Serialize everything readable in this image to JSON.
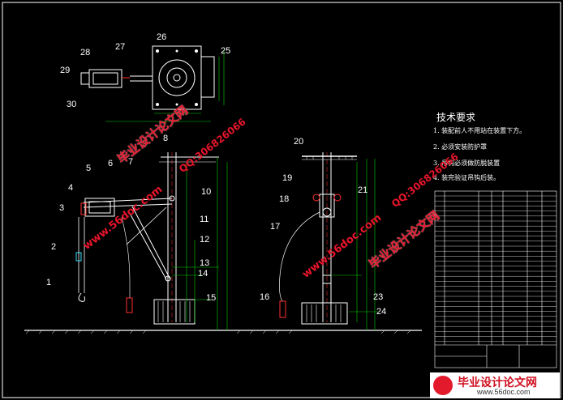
{
  "part_numbers": [
    "1",
    "2",
    "3",
    "4",
    "5",
    "6",
    "7",
    "8",
    "10",
    "11",
    "12",
    "13",
    "14",
    "15",
    "16",
    "17",
    "18",
    "19",
    "20",
    "21",
    "23",
    "24",
    "25",
    "26",
    "27",
    "28",
    "29",
    "30"
  ],
  "requirements": {
    "title": "技术要求",
    "lines": [
      "1. 装配前人不用站在装置下方。",
      "2. 必须安装防护罩",
      "3. 吊钩必须做防脱装置",
      "4. 装完验证吊钩后装。"
    ]
  },
  "watermarks": {
    "brand": "毕业设计论文网",
    "url": "www.56doc.com",
    "qq": "QQ:306826066"
  },
  "footer": {
    "brand": "毕业设计论文网",
    "url": "www.56doc.com"
  },
  "colors": {
    "line_white": "#ffffff",
    "line_green": "#00d000",
    "line_red": "#ff3030",
    "line_cyan": "#40e0ff",
    "watermark": "#e8152b"
  }
}
